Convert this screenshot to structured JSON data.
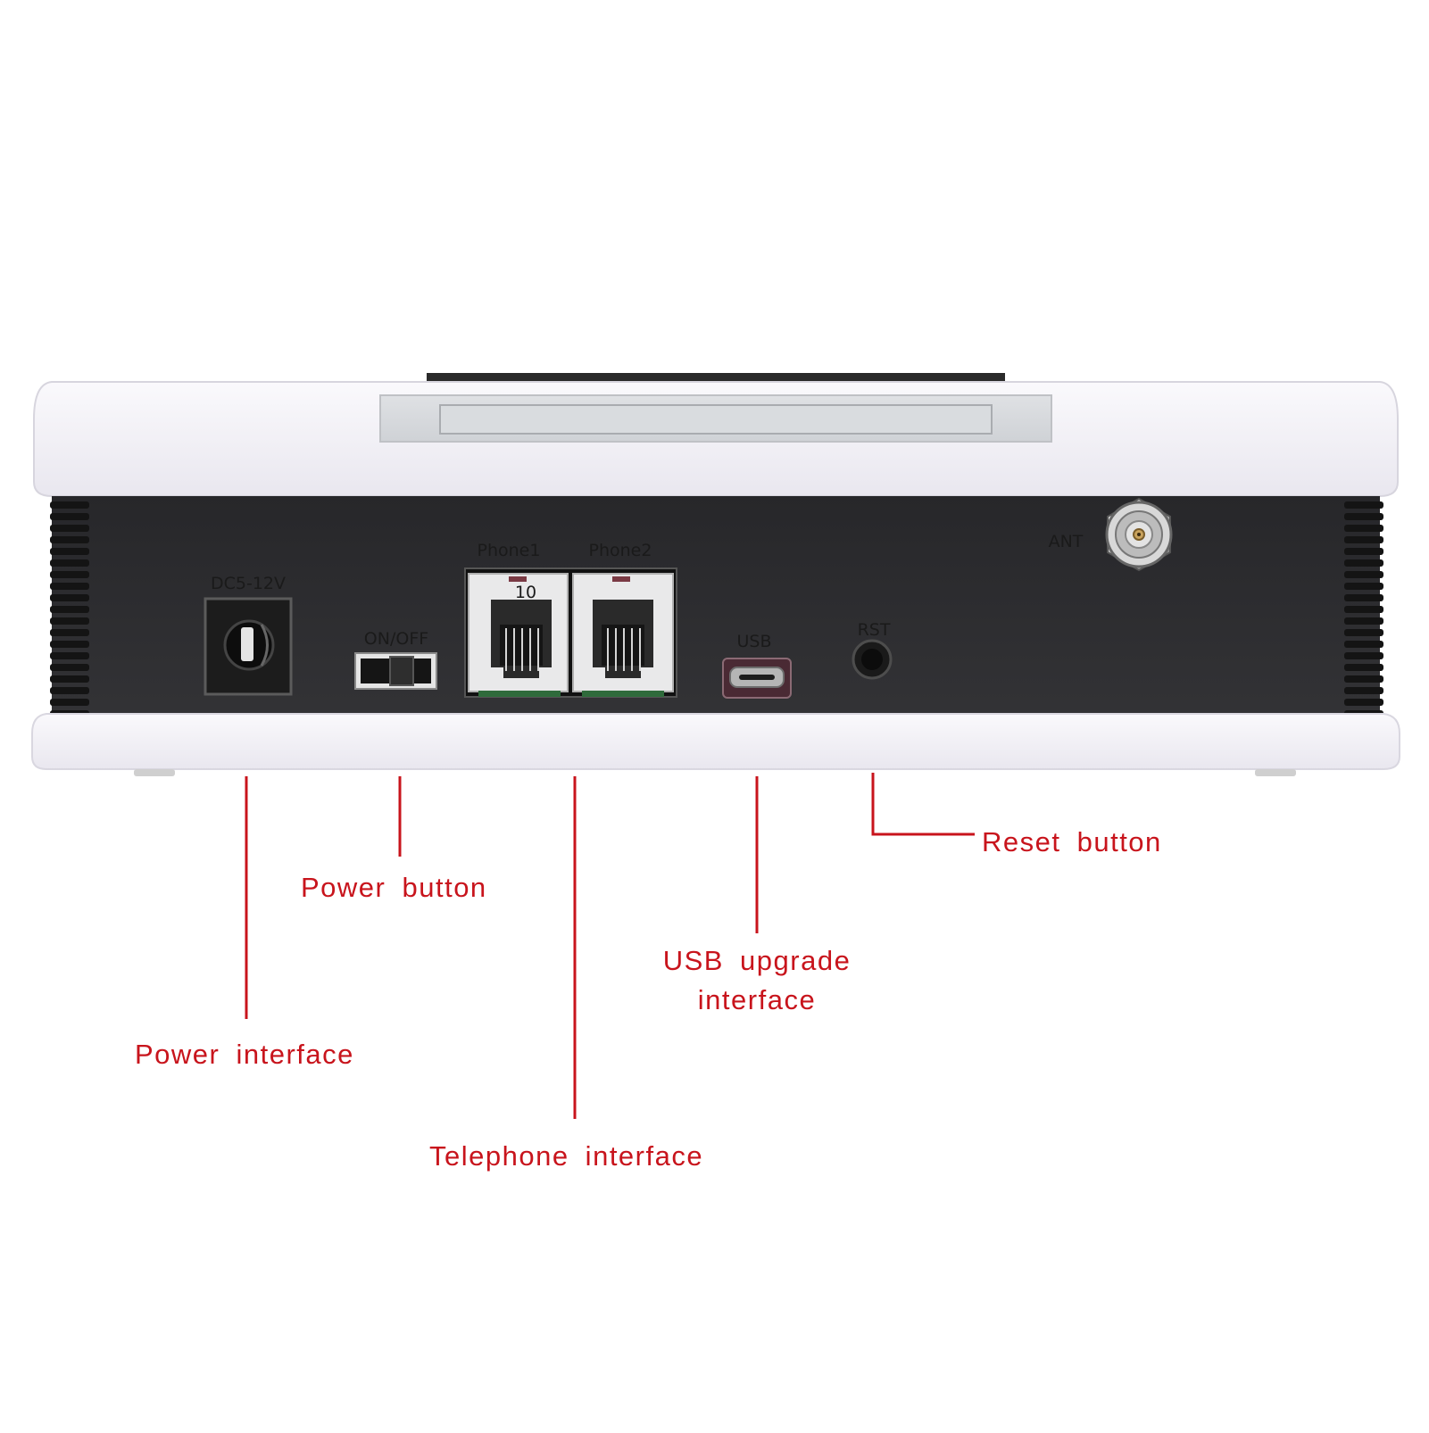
{
  "device": {
    "panel_labels": {
      "dc": "DC5-12V",
      "on_off": "ON/OFF",
      "phone1": "Phone1",
      "phone2": "Phone2",
      "jack_number": "10",
      "usb": "USB",
      "rst": "RST",
      "ant": "ANT"
    }
  },
  "callouts": {
    "power_interface": "Power  interface",
    "power_button": "Power  button",
    "telephone_interface": "Telephone  interface",
    "usb_line1": "USB  upgrade",
    "usb_line2": "interface",
    "reset_button": "Reset  button"
  },
  "colors": {
    "callout": "#c8141c",
    "shell": "#f2f0f6",
    "panel": "#2b2b2e"
  }
}
